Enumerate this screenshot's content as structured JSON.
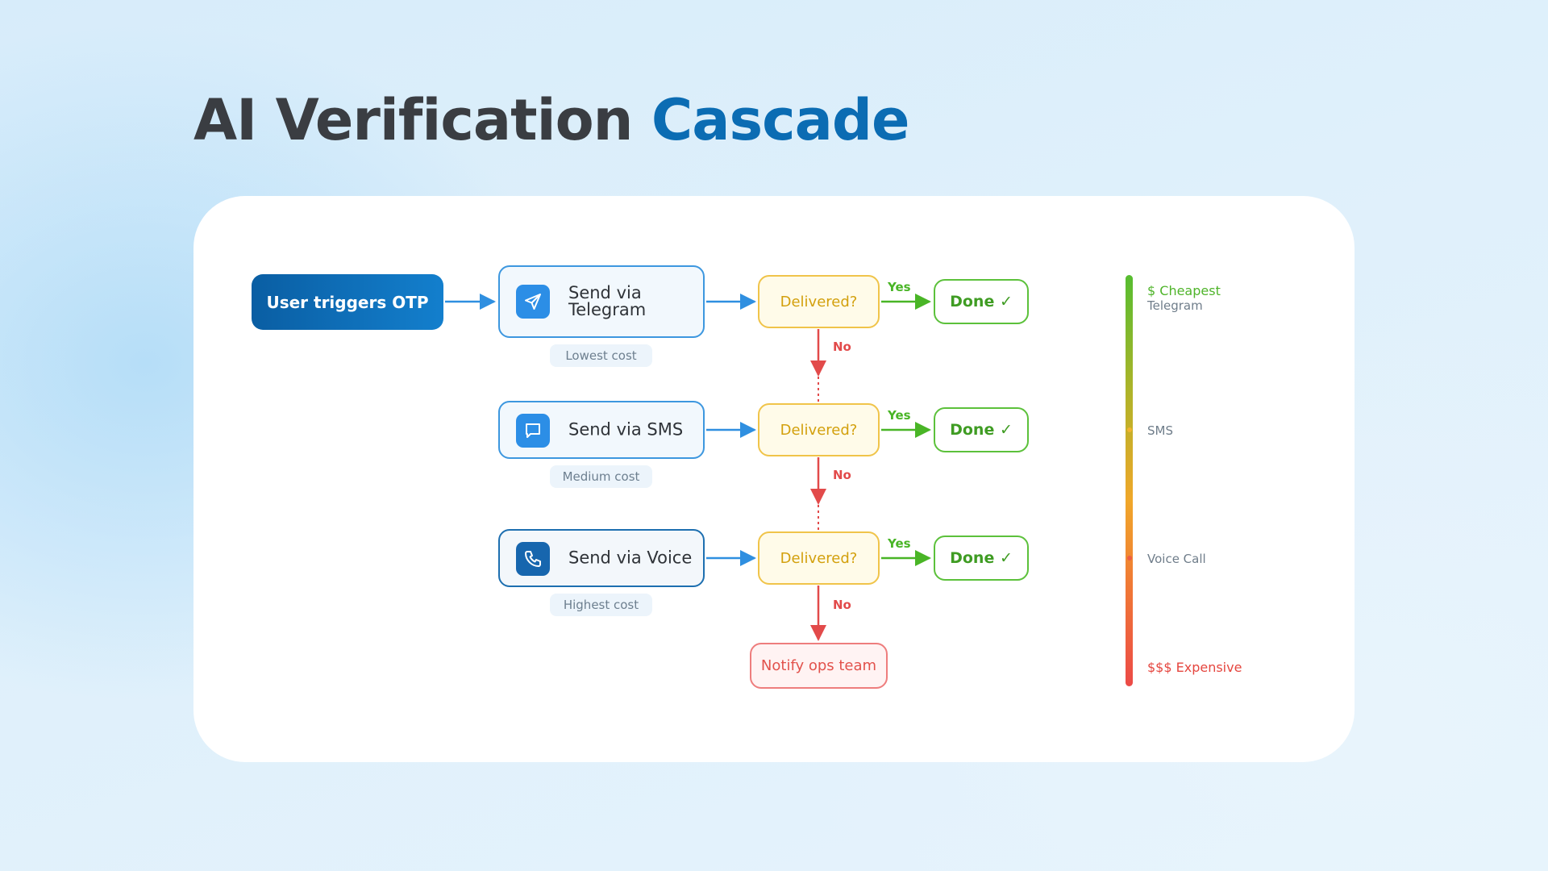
{
  "title": {
    "main": "AI Verification",
    "accent": "Cascade"
  },
  "trigger": {
    "label": "User triggers OTP"
  },
  "channels": [
    {
      "label_line1": "Send via",
      "label_line2": "Telegram",
      "cost": "Lowest cost",
      "icon": "paper-plane-icon"
    },
    {
      "label_line1": "Send via SMS",
      "label_line2": "",
      "cost": "Medium cost",
      "icon": "chat-bubble-icon"
    },
    {
      "label_line1": "Send via Voice",
      "label_line2": "",
      "cost": "Highest cost",
      "icon": "phone-icon"
    }
  ],
  "decision_label": "Delivered?",
  "done_label": "Done ✓",
  "yes_label": "Yes",
  "no_label": "No",
  "fallback": {
    "label": "Notify ops team"
  },
  "cost_scale": {
    "top_label": "$ Cheapest",
    "top_sub": "Telegram",
    "mid_label": "SMS",
    "mid2_label": "Voice Call",
    "bottom_label": "$$$ Expensive"
  },
  "colors": {
    "title_dark": "#3a3d42",
    "title_accent": "#0b6cb3",
    "flow_blue": "#2f8fe0",
    "yes_green": "#49b526",
    "no_red": "#e24a4a",
    "decision_yellow": "#f0c44a"
  }
}
